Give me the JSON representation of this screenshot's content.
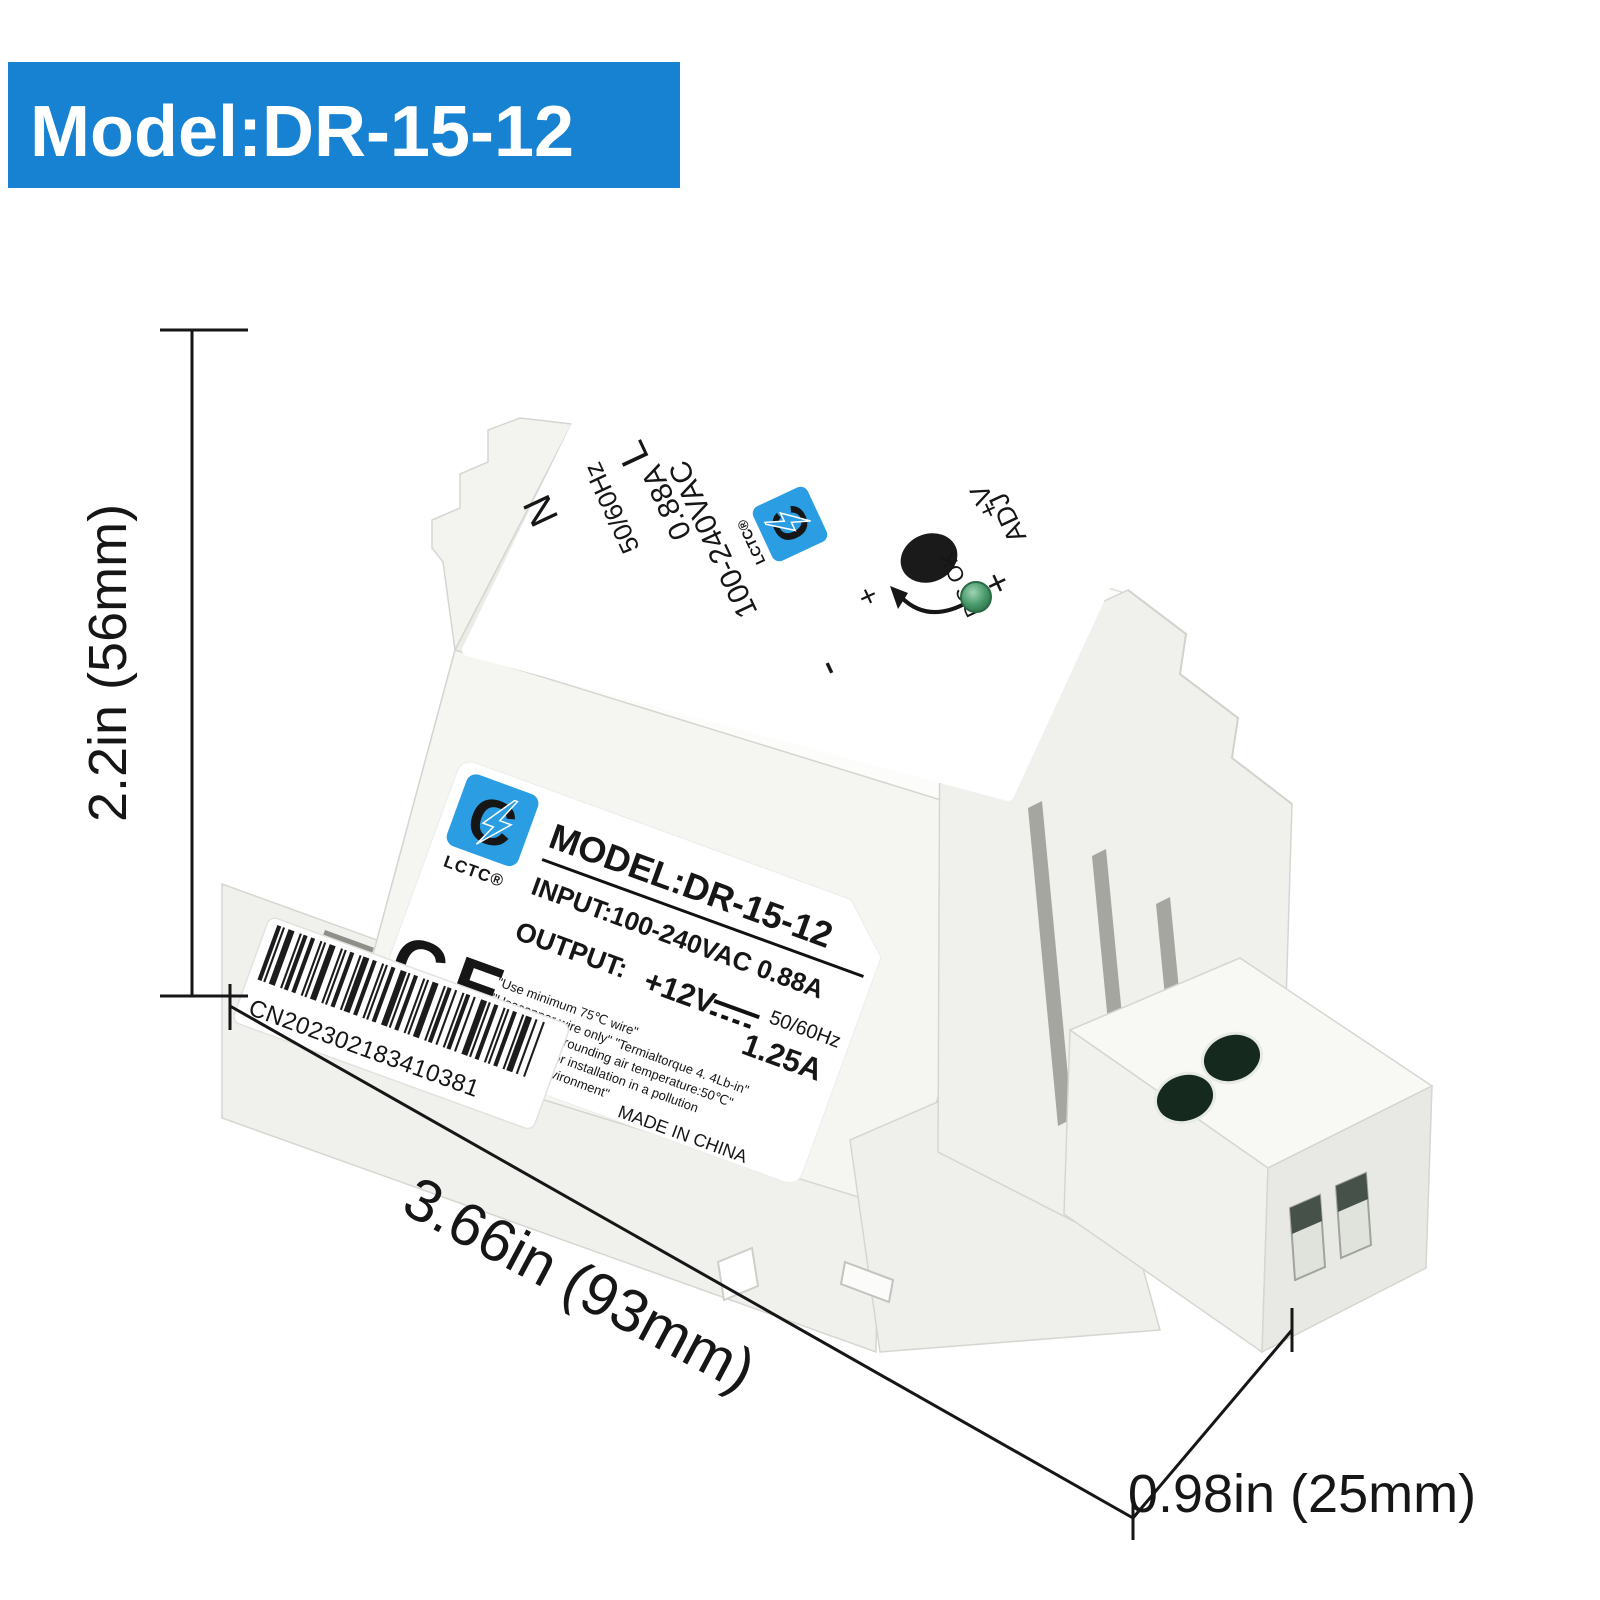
{
  "banner": {
    "label": "Model:DR-15-12"
  },
  "dimensions": {
    "height": "2.2in (56mm)",
    "length": "3.66in (93mm)",
    "depth": "0.98in (25mm)"
  },
  "device": {
    "top_face": {
      "line": "L",
      "neutral": "N",
      "voltage": "100-240VAC",
      "current": "0.88A",
      "frequency": "50/60Hz",
      "brand": "LCTC®",
      "brand_letter": "C",
      "adjust_line1": "+V",
      "adjust_line2": "ADJ",
      "adjust_increase": "+",
      "dc_ok": "DC OK",
      "output_plus": "+",
      "output_minus": "-"
    },
    "front_label": {
      "brand_letter": "C",
      "brand": "LCTC®",
      "ce": "CE",
      "model": "MODEL:DR-15-12",
      "input": "INPUT:100-240VAC 0.88A",
      "output_heading": "OUTPUT:",
      "output_voltage": "+12V",
      "output_frequency": "50/60Hz",
      "output_current": "1.25A",
      "note1": "\"Use minimum 75℃ wire\"",
      "note2": "\"Usecopper wire only\"  \"Termialtorque 4. 4Lb-in\"",
      "note3": "\"Maximum surrounding air temperature:50℃\"",
      "note4": "\"Instructions for installation in a pollution",
      "note5": "degree 2 environment\"",
      "origin": "MADE IN CHINA"
    },
    "barcode": {
      "text": "CN202302183410381"
    }
  },
  "colors": {
    "banner_bg": "#1781d2",
    "banner_text": "#ffffff",
    "brand_blue": "#2b9de3",
    "brand_text_blue": "#1278be",
    "led_green": "#3f9463",
    "terminal_hole_green": "#15291f",
    "dimension_line": "#161616"
  }
}
